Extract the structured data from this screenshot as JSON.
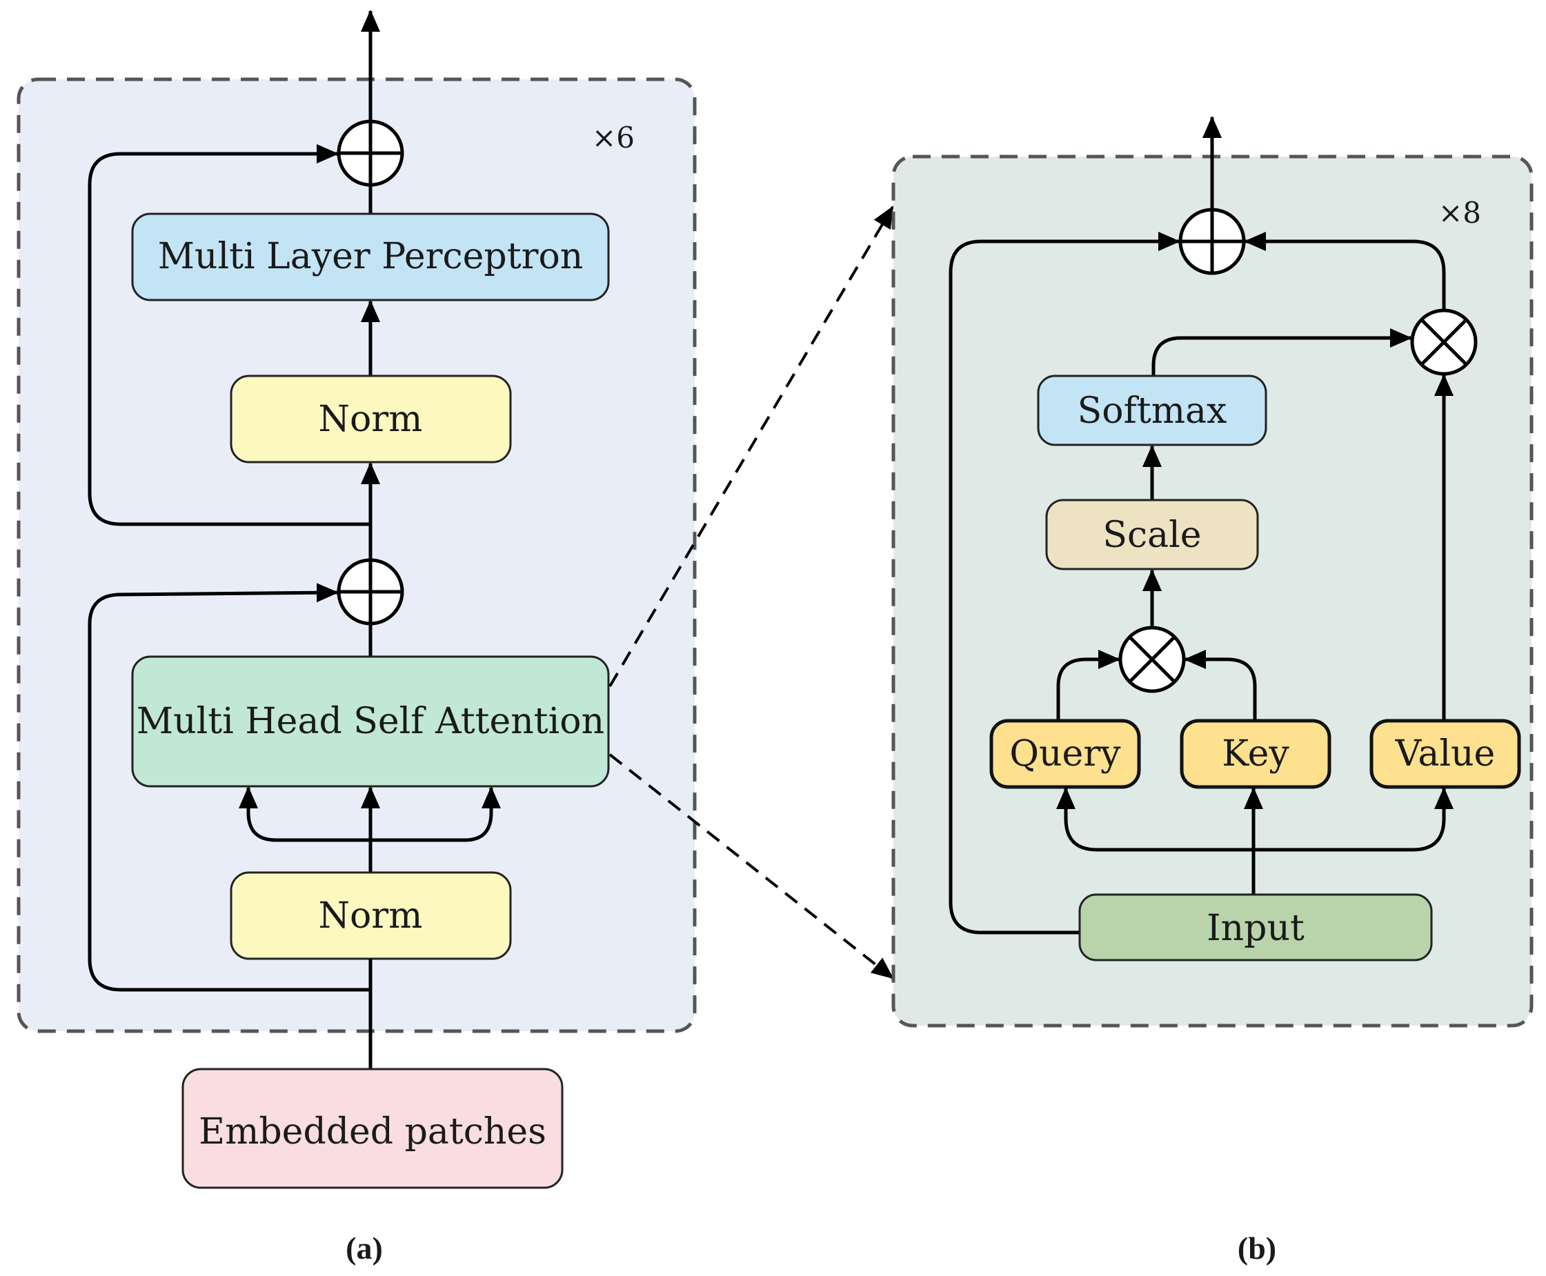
{
  "panel_a": {
    "caption": "(a)",
    "repeat": "×6",
    "mlp": "Multi Layer Perceptron",
    "norm_top": "Norm",
    "mhsa": "Multi Head Self Attention",
    "norm_bottom": "Norm",
    "embedded": "Embedded patches"
  },
  "panel_b": {
    "caption": "(b)",
    "repeat": "×8",
    "softmax": "Softmax",
    "scale": "Scale",
    "query": "Query",
    "key": "Key",
    "value": "Value",
    "input": "Input"
  },
  "colors": {
    "panel_a_bg": "#e9edf7",
    "panel_b_bg": "#dfeae6",
    "mlp": "#c3e4f5",
    "norm": "#fcf8c0",
    "mhsa": "#c1e8d4",
    "embedded": "#f9dde0",
    "softmax": "#c3e4f5",
    "scale": "#ede2c2",
    "qkv": "#fde18e",
    "input": "#b9d4ab"
  }
}
